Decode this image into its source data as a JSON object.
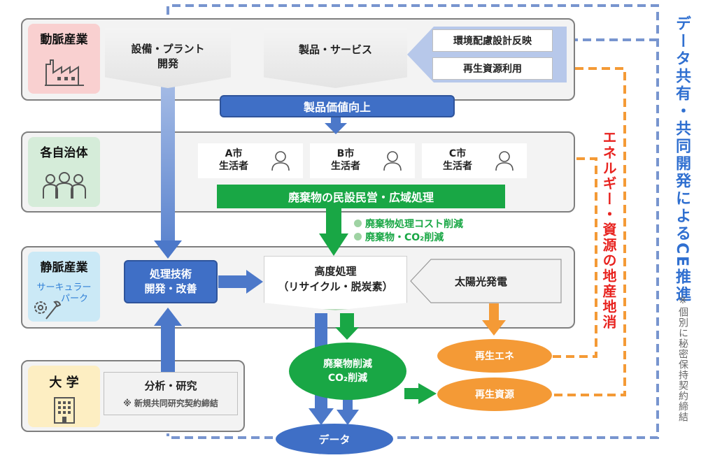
{
  "arteries": {
    "label": "動脈産業",
    "plant_dev": [
      "設備・プラント",
      "開発"
    ],
    "products": "製品・サービス",
    "eco_design": "環境配慮設計反映",
    "recycled_use": "再生資源利用",
    "value_up": "製品価値向上"
  },
  "municipalities": {
    "label": "各自治体",
    "cities": [
      {
        "name": "A市",
        "role": "生活者"
      },
      {
        "name": "B市",
        "role": "生活者"
      },
      {
        "name": "C市",
        "role": "生活者"
      }
    ],
    "waste_processing": "廃棄物の民設民営・広域処理",
    "benefits": [
      "廃棄物処理コスト削減",
      "廃棄物・CO₂削減"
    ]
  },
  "veins": {
    "label": "静脈産業",
    "sublabel": [
      "サーキュラー",
      "パーク"
    ],
    "tech_dev": [
      "処理技術",
      "開発・改善"
    ],
    "advanced": [
      "高度処理",
      "（リサイクル・脱炭素）"
    ],
    "solar": "太陽光発電",
    "reduction": [
      "廃棄物削減",
      "CO₂削減"
    ],
    "renew_energy": "再生エネ",
    "renew_resource": "再生資源"
  },
  "university": {
    "label": "大 学",
    "research": "分析・研究",
    "contract_note": "※ 新規共同研究契約締結"
  },
  "data_label": "データ",
  "side_energy": "エネルギー・資源の地産地消",
  "side_data": "データ共有・共同開発によるCE推進",
  "side_note": "※個別に秘密保持契約締結",
  "colors": {
    "blue": "#3f6fc6",
    "green": "#19a745",
    "orange": "#f49a36",
    "dashed_blue": "#7895cf",
    "red_text": "#e8231f"
  }
}
